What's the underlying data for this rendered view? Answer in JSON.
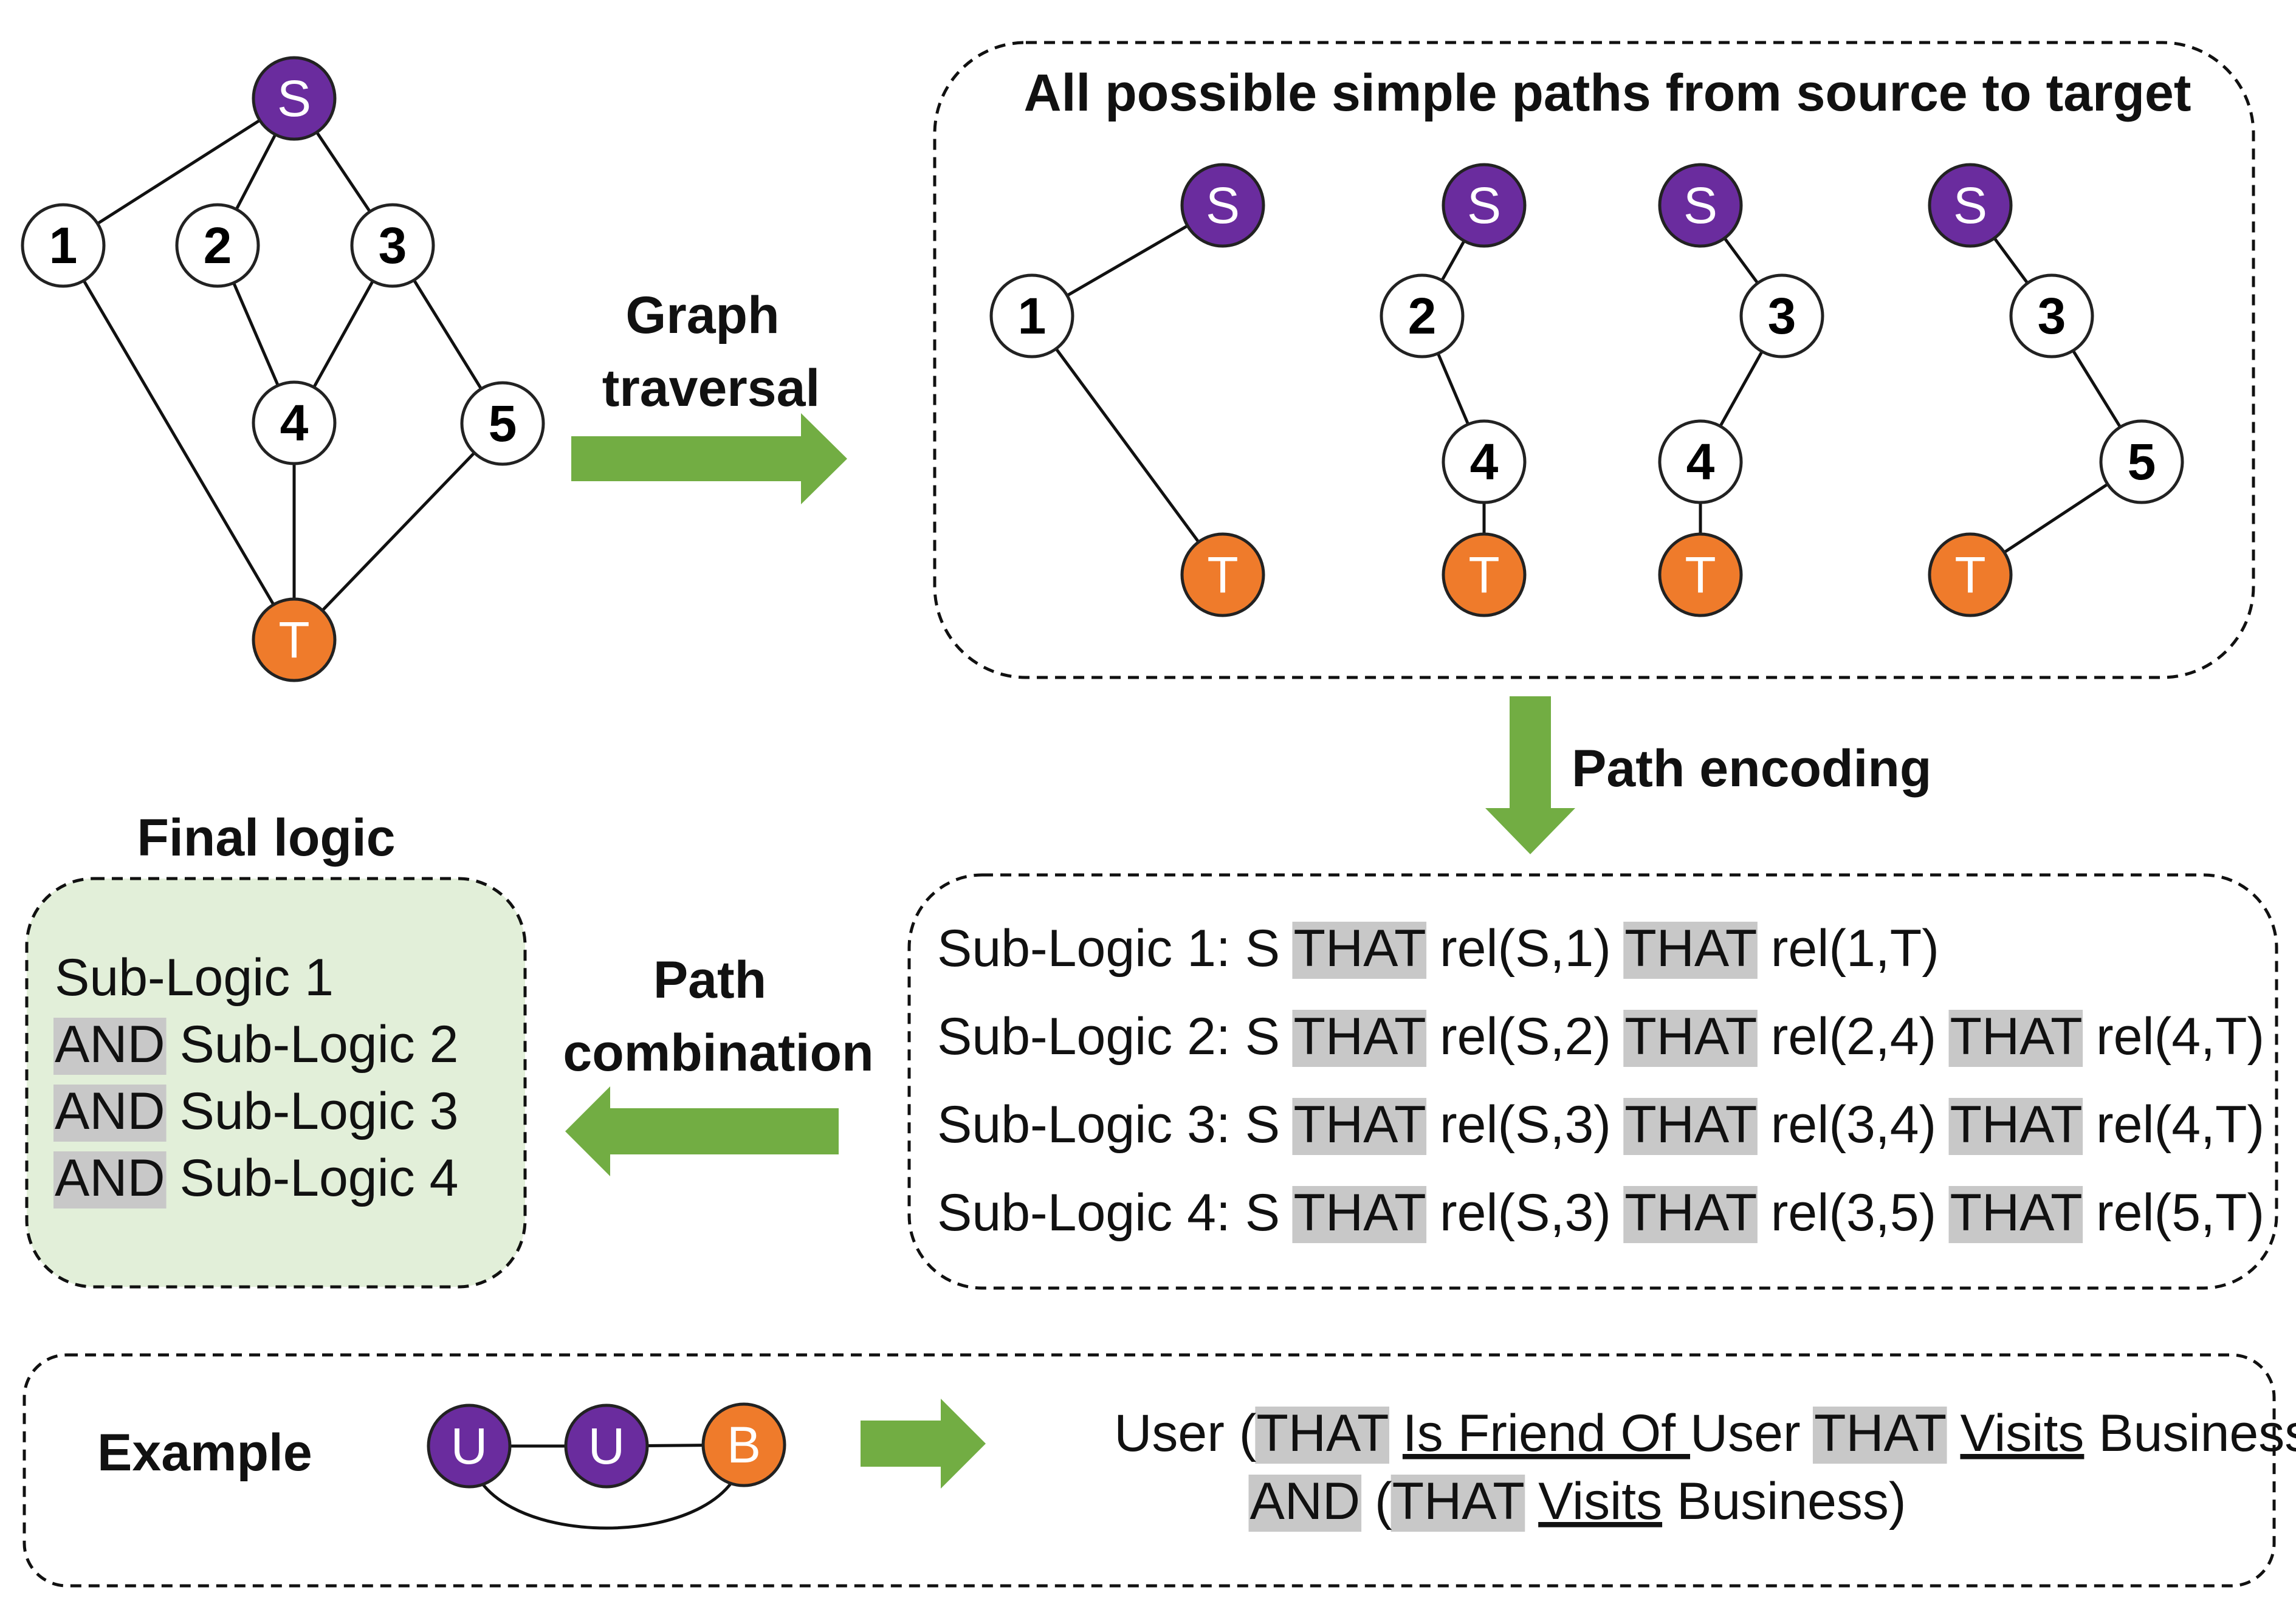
{
  "colors": {
    "source": "#6a2c9e",
    "target": "#ef7b2b",
    "arrow": "#72ad43",
    "highlight": "#c8c8c8",
    "final_box_fill": "#e2efd9"
  },
  "graph": {
    "nodes": {
      "S": "S",
      "n1": "1",
      "n2": "2",
      "n3": "3",
      "n4": "4",
      "n5": "5",
      "T": "T"
    }
  },
  "arrows": {
    "traversal": {
      "line1": "Graph",
      "line2": "traversal"
    },
    "encoding": "Path encoding",
    "combination": {
      "line1": "Path",
      "line2": "combination"
    }
  },
  "paths_box": {
    "title": "All possible simple paths from source to target",
    "paths": [
      [
        "S",
        "1",
        "T"
      ],
      [
        "S",
        "2",
        "4",
        "T"
      ],
      [
        "S",
        "3",
        "4",
        "T"
      ],
      [
        "S",
        "3",
        "5",
        "T"
      ]
    ]
  },
  "sub_logics": [
    {
      "prefix": "Sub-Logic 1: S ",
      "tokens": [
        "THAT",
        " rel(S,1) ",
        "THAT",
        " rel(1,T)"
      ]
    },
    {
      "prefix": "Sub-Logic 2: S ",
      "tokens": [
        "THAT",
        " rel(S,2) ",
        "THAT",
        " rel(2,4) ",
        "THAT",
        " rel(4,T)"
      ]
    },
    {
      "prefix": "Sub-Logic 3: S ",
      "tokens": [
        "THAT",
        " rel(S,3) ",
        "THAT",
        " rel(3,4) ",
        "THAT",
        " rel(4,T)"
      ]
    },
    {
      "prefix": "Sub-Logic 4: S ",
      "tokens": [
        "THAT",
        " rel(S,3) ",
        "THAT",
        " rel(3,5) ",
        "THAT",
        " rel(5,T)"
      ]
    }
  ],
  "final_logic": {
    "title": "Final logic",
    "first": "Sub-Logic 1",
    "and_keyword": "AND",
    "rest": [
      " Sub-Logic 2",
      " Sub-Logic 3",
      " Sub-Logic 4"
    ]
  },
  "example": {
    "label": "Example",
    "nodes": [
      "U",
      "U",
      "B"
    ],
    "line1": {
      "a": "User (",
      "that1": "THAT",
      "gap": " ",
      "rel1": "Is Friend Of ",
      "b": "User ",
      "that2": "THAT",
      "gap2": " ",
      "rel2": "Visits",
      "c": " Business)"
    },
    "line2": {
      "and": "AND",
      "a": " (",
      "that": "THAT",
      "gap": " ",
      "rel": "Visits",
      "b": " Business)"
    }
  }
}
